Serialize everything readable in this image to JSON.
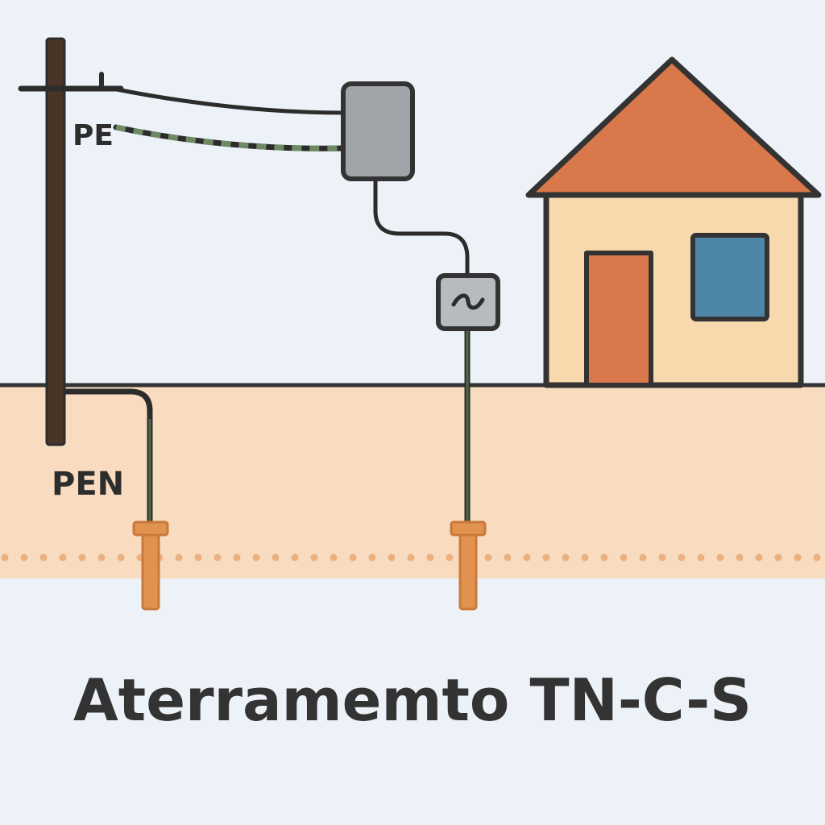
{
  "labels": {
    "pe": "PE",
    "pen": "PEN"
  },
  "title": "Aterramemto TN-C-S",
  "icons": {
    "meter_symbol": "tilde-icon"
  },
  "colors": {
    "background": "#edf2f8",
    "soil": "#f9dcc0",
    "soil_dots": "#ecb07f",
    "pole": "#4a3428",
    "outline": "#333333",
    "wire_dark": "#2c2c2c",
    "wire_green": "#6e8a62",
    "junction_box": "#a1a5aa",
    "meter_box": "#b7bbc0",
    "roof": "#d9784a",
    "wall": "#f7d9ad",
    "door": "#d9784a",
    "window": "#4d86a6",
    "ground_rod": "#e0924e"
  }
}
